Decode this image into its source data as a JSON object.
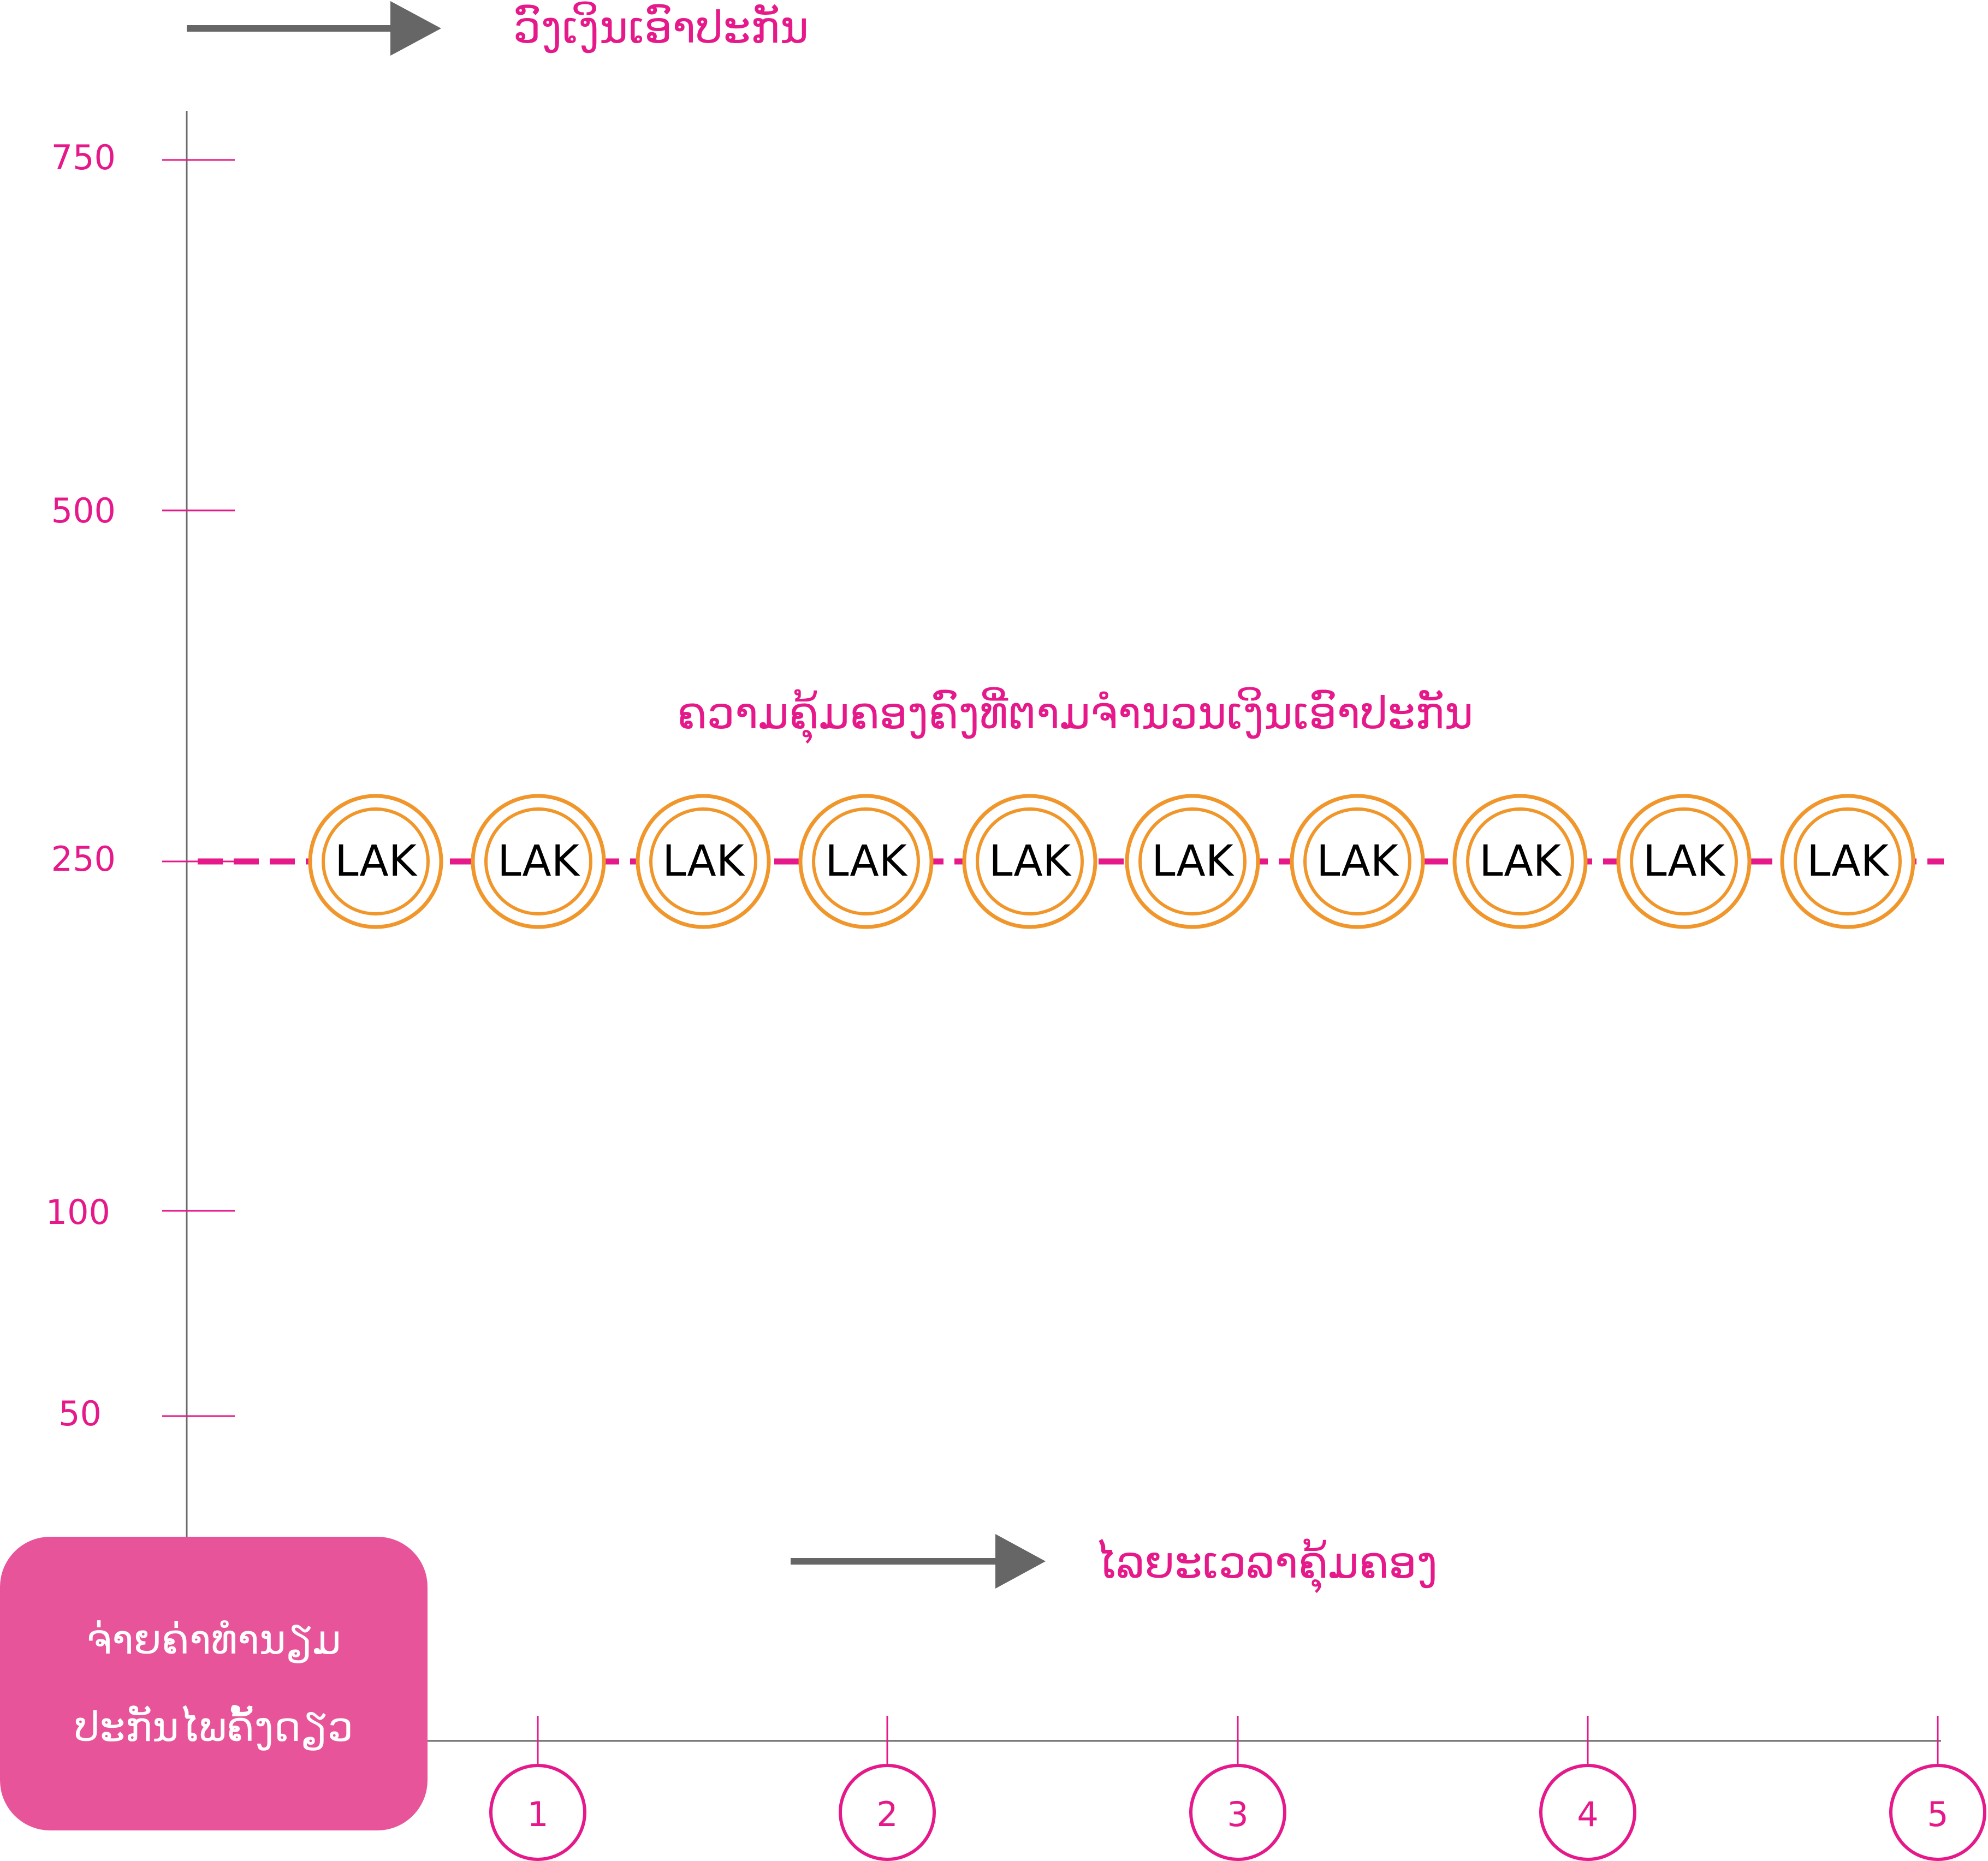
{
  "colors": {
    "accent": "#e5198a",
    "axis": "#6b6b6b",
    "arrow": "#666666",
    "coin": "#f0962a",
    "badge": "#e8549a",
    "badge_text": "#ffffff"
  },
  "top_arrow": {
    "icon": "arrow-right-icon",
    "label": "ວົງເງິນເອົາປະກັນ"
  },
  "time_arrow": {
    "icon": "arrow-right-icon",
    "label": "ໄລຍະເວລາຄຸ້ມຄອງ"
  },
  "coverage_line": {
    "label": "ຄວາມຄຸ້ມຄອງຄົງທີ່ຕາມຈຳນວນເງິນເອົາປະກັນ",
    "value": 250
  },
  "y_axis": {
    "ticks": [
      "750",
      "500",
      "250",
      "100",
      "50"
    ]
  },
  "x_axis": {
    "ticks": [
      "1",
      "2",
      "3",
      "4",
      "5"
    ]
  },
  "coins": {
    "count": 10,
    "label": "LAK",
    "icon": "coin-icon"
  },
  "badge": {
    "line1": "ຈ່າຍຄ່າທຳນຽມ",
    "line2": "ປະກັນໄພຄັ້ງດຽວ"
  }
}
